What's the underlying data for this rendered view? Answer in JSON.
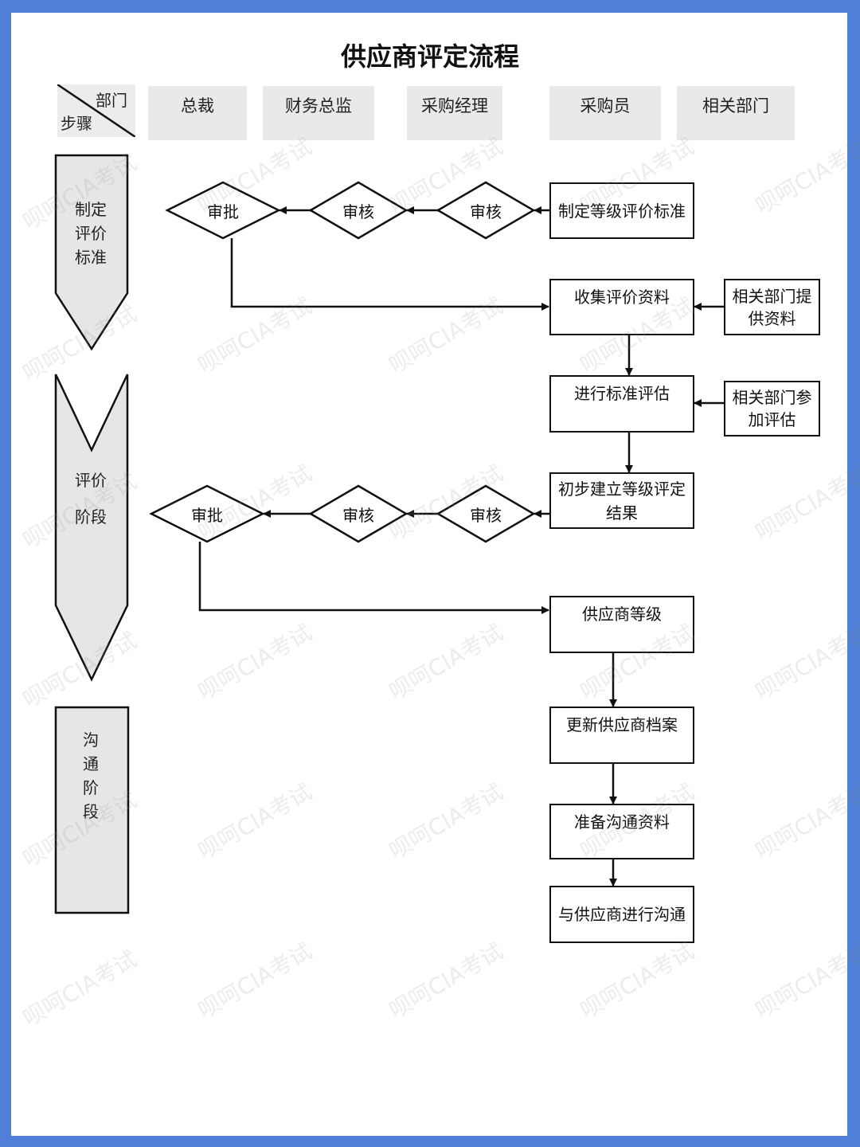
{
  "title": "供应商评定流程",
  "corner": {
    "top": "部门",
    "bottom": "步骤"
  },
  "departments": [
    "总裁",
    "财务总监",
    "采购经理",
    "采购员",
    "相关部门"
  ],
  "phases": [
    "制定评价标准",
    "评价阶段",
    "沟通阶段"
  ],
  "nodes": {
    "std": "制定等级评价标准",
    "collect": "收集评价资料",
    "provide": "相关部门提供资料",
    "evaluate": "进行标准评估",
    "join": "相关部门参加评估",
    "prelim": "初步建立等级评定结果",
    "grade": "供应商等级",
    "update": "更新供应商档案",
    "prepare": "准备沟通资料",
    "communicate": "与供应商进行沟通"
  },
  "decisions": {
    "approve": "审批",
    "review": "审核"
  },
  "watermark": "呗呵CIA考试"
}
